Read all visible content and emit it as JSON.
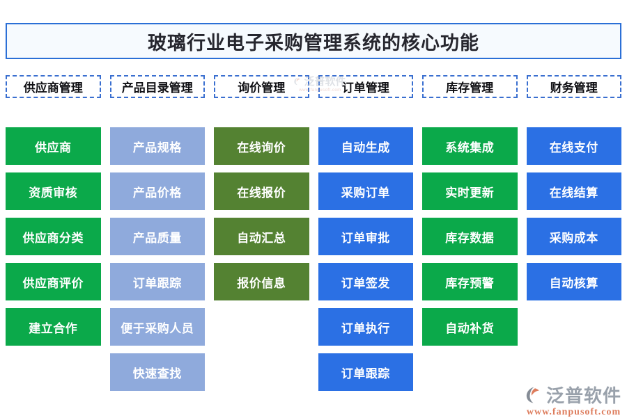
{
  "title": "玻璃行业电子采购管理系统的核心功能",
  "colors": {
    "green": "#0BA94A",
    "periwinkle": "#8FAADC",
    "olive": "#548232",
    "blue": "#2B70E4",
    "title_border": "#2B6FD6",
    "title_bg": "#F6FAFE",
    "header_border": "#3A6FD0"
  },
  "columns": [
    {
      "header": "供应商管理",
      "color": "green",
      "items": [
        "供应商",
        "资质审核",
        "供应商分类",
        "供应商评价",
        "建立合作"
      ]
    },
    {
      "header": "产品目录管理",
      "color": "periwinkle",
      "items": [
        "产品规格",
        "产品价格",
        "产品质量",
        "订单跟踪",
        "便于采购人员",
        "快速查找"
      ]
    },
    {
      "header": "询价管理",
      "color": "olive",
      "items": [
        "在线询价",
        "在线报价",
        "自动汇总",
        "报价信息"
      ]
    },
    {
      "header": "订单管理",
      "color": "blue",
      "items": [
        "自动生成",
        "采购订单",
        "订单审批",
        "订单签发",
        "订单执行",
        "订单跟踪"
      ]
    },
    {
      "header": "库存管理",
      "color": "green",
      "items": [
        "系统集成",
        "实时更新",
        "库存数据",
        "库存预警",
        "自动补货"
      ]
    },
    {
      "header": "财务管理",
      "color": "blue",
      "items": [
        "在线支付",
        "在线结算",
        "采购成本",
        "自动核算"
      ]
    }
  ],
  "watermark": {
    "text": "泛普软件",
    "subtext": "www.fanpusoft.com"
  },
  "logo": {
    "name": "泛普软件",
    "url": "www.fanpusoft.com"
  }
}
